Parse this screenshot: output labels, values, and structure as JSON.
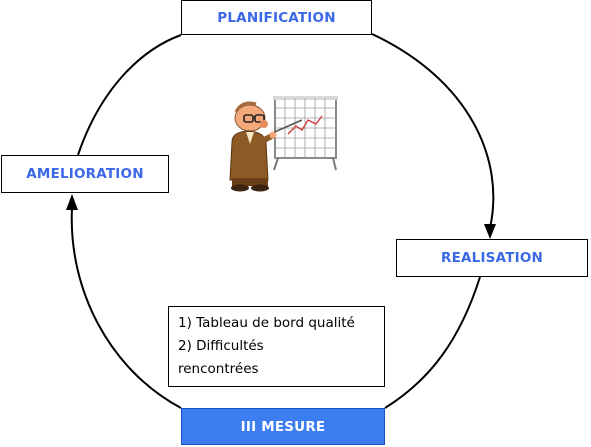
{
  "diagram": {
    "stages": {
      "planification": {
        "label": "PLANIFICATION",
        "text_color": "#3a68e6"
      },
      "realisation": {
        "label": "REALISATION",
        "text_color": "#3a68e6"
      },
      "mesure": {
        "label": "III MESURE",
        "text_color": "#ffffff",
        "fill_color": "#3d7df2"
      },
      "amelioration": {
        "label": "AMELIORATION",
        "text_color": "#3a68e6"
      }
    },
    "notes": {
      "line1": "1) Tableau de bord qualité",
      "line2": "2) Difficultés",
      "line3": "rencontrées"
    },
    "cycle_color": "#000000",
    "illustration_icon": "presenter-with-chart-icon"
  }
}
